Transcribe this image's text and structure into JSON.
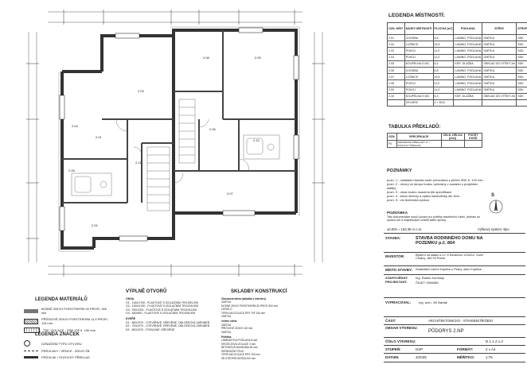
{
  "plan": {
    "rooms": [
      "2.01",
      "2.02",
      "2.03",
      "2.04",
      "2.05",
      "2.06",
      "2.07",
      "2.08",
      "2.09",
      "2.10",
      "2.11"
    ]
  },
  "legend_rooms": {
    "title": "LEGENDA MÍSTNOSTÍ:",
    "headers": [
      "OZN. MÍST.",
      "NÁZEV MÍSTNOSTI",
      "PLOCHA [m²]",
      "PODLAHA",
      "STĚNY",
      "STROP"
    ],
    "rows": [
      [
        "2.01",
        "CHODBA",
        "6,8",
        "LAMINO. PODLAHA",
        "OMÍTKA",
        "SDK"
      ],
      [
        "2.02",
        "LOŽNICE",
        "15,5",
        "LAMINO. PODLAHA",
        "OMÍTKA",
        "SDK"
      ],
      [
        "2.03",
        "POKOJ",
        "11,0",
        "LAMINO. PODLAHA",
        "OMÍTKA",
        "SDK"
      ],
      [
        "2.04",
        "POKOJ",
        "11,0",
        "LAMINO. PODLAHA",
        "OMÍTKA",
        "SDK"
      ],
      [
        "2.05",
        "KOUPELNA S WC",
        "6,3",
        "KER. DLAŽBA",
        "OBKLAD DO VÝŠKY 2m",
        "SDK"
      ],
      [
        "2.06",
        "CHODBA",
        "6,8",
        "LAMINO. PODLAHA",
        "OMÍTKA",
        "SDK"
      ],
      [
        "2.07",
        "LOŽNICE",
        "15,5",
        "LAMINO. PODLAHA",
        "OMÍTKA",
        "SDK"
      ],
      [
        "2.08",
        "POKOJ",
        "11,0",
        "LAMINO. PODLAHA",
        "OMÍTKA",
        "SDK"
      ],
      [
        "2.09",
        "POKOJ",
        "11,0",
        "LAMINO. PODLAHA",
        "OMÍTKA",
        "SDK"
      ],
      [
        "2.10",
        "KOUPELNA S WC",
        "6,3",
        "KER. DLAŽBA",
        "OBKLAD DO VÝŠKY 2m",
        "SDK"
      ],
      [
        "",
        "CELKEM",
        "2 × 50,6",
        "",
        "",
        ""
      ]
    ]
  },
  "transfers": {
    "title": "TABULKA PŘEKLADŮ:",
    "headers": [
      "OZN.",
      "SPECIFIKACE",
      "CELK. DÉLKA [mm]",
      "POČET KUSŮ"
    ],
    "rows": [
      [
        "P1",
        "KERAMICKÉ PŘEKLADY 1x / STATICKÝ PŘEKLAD",
        "",
        ""
      ]
    ]
  },
  "notes": {
    "title": "POZNÁMKY",
    "items": [
      "pozn. 1 - instalační šachta bude provedena z příček SDK tl. 100 mm",
      "pozn. 2 - otvory ve stropu budou vyřezány v souladu s projektem statiky",
      "pozn. 3 - okna budou osazena dle specifikace",
      "pozn. 4 - sklon střechy a výška nadezdívky dle řezu",
      "pozn. 5 - viz technická zpráva"
    ]
  },
  "note_box": {
    "title": "POZNÁMKA",
    "text": "Tato dokumentace slouží pouze pro potřeby stavebního řízení, jednání se správci sítí a majetkových vztahů státní správy."
  },
  "elevation": {
    "text": "±0,000 = 163,35 m n.m.",
    "system": "Výškový systém: Bpv"
  },
  "north": "S",
  "titleblock": {
    "stavba_lbl": "STAVBA:",
    "stavba_val": "STAVBA RODINNÉHO DOMU NA POZEMKU p.č. 864",
    "investor_lbl": "INVESTOR:",
    "investor_val": "Bydlení na statku s.r.o. K Beranovu 1234/12, Dolní Chabry, 184 00 Praha",
    "misto_lbl": "MÍSTO STAVBY:",
    "misto_val": "Katastrální území Kojetice u Prahy, obec Kojetice",
    "zodp_lbl": "ZODPOVĚDNÝ PROJEKTANT:",
    "zodp_val": "Ing. Radim Kořínský",
    "cakit": "ČKAIT: 0006881",
    "vypracoval_lbl": "VYPRACOVAL:",
    "vypracoval_val": "Ing. arch. Jiří Barták",
    "cast_lbl": "ČÁST:",
    "cast_val": "ARCHITEKTONICKO - STAVEBNÍ ŘEŠENÍ",
    "obsah_lbl": "OBSAH VÝKRESU:",
    "obsah_val": "PŮDORYS 2.NP",
    "cislo_lbl": "ČÍSLO VÝKRESU:",
    "cislo_val": "D.1.1.2.1.2",
    "stupen_lbl": "STUPEŇ:",
    "stupen_val": "DSP",
    "format_lbl": "FORMÁT:",
    "format_val": "2 x A4",
    "datum_lbl": "DATUM:",
    "datum_val": "3/2025",
    "meritko_lbl": "MĚŘÍTKO:",
    "meritko_val": "1:75"
  },
  "legend_material": {
    "title": "LEGENDA MATERIÁLŮ",
    "items": [
      "NOSNÉ ZDIVO POROTHERM 30 PROFI, 300 mm",
      "PŘÍČKOVÉ ZDIVO POROTHERM 11,5 PROFI, 115 mm",
      "TEP. IZOLACE - EPS 70F tl. 150 mm"
    ]
  },
  "legend_signs": {
    "title": "LEGENDA ZNAČEK",
    "items": [
      "OZNAČENÍ TYPU OTVORU",
      "PRŮVLAKY / VĚNCE - ZDIVO ŽB",
      "PRŮVLAK / STATICKÝ PŘEKLAD"
    ]
  },
  "openings": {
    "title": "VÝPLNĚ OTVORŮ",
    "windows": "OKNA",
    "doors": "DVEŘE",
    "items": [
      "O1 - 1150/1750 - PLASTOVÉ S IZOLAČNÍM TROJSKLEM",
      "O2 - 1500/1750 - PLASTOVÉ S IZOLAČNÍM TROJSKLEM",
      "O3 - 900/1200 - PLASTOVÉ S IZOLAČNÍM TROJSKLEM",
      "O4 - 600/600 - PLASTOVÉ S IZOLAČNÍM TROJSKLEM",
      "D1 - 800/1970 - OTEVÍRAVÉ, DŘEVĚNÉ, OBLOŽKOVÁ ZÁRUBEŇ",
      "D2 - 700/1970 - OTEVÍRAVÉ, DŘEVĚNÉ, OBLOŽKOVÁ ZÁRUBEŇ",
      "D3 - 800/1970 - POSUVNÉ, DŘEVĚNÉ"
    ]
  },
  "compositions": {
    "title": "SKLADBY KONSTRUKCÍ",
    "items": [
      "Obvodová stěna (skladba z interiéru)",
      "OMÍTKA",
      "NOSNÉ ZDIVO POROTHERM 30 PROFI 300 mm",
      "LEPIDLO",
      "TEPELNÁ IZOLACE EPS 70F 150 mm",
      "OMÍTKA",
      "Vnitřní stěna",
      "OMÍTKA",
      "PŘÍČKOVÉ ZDIVO 115 mm",
      "OMÍTKA",
      "Podlaha",
      "LAMINÁTOVÁ PODLAHA 8 mm",
      "KROČEJOVÁ IZOLACE 3 mm",
      "BETONOVÁ MAZANINA 50 mm",
      "SEPARAČNÍ FÓLIE",
      "TEPELNÁ IZOLACE EPS 100 mm",
      "ŽB STROPNÍ DESKA 200 mm"
    ]
  }
}
